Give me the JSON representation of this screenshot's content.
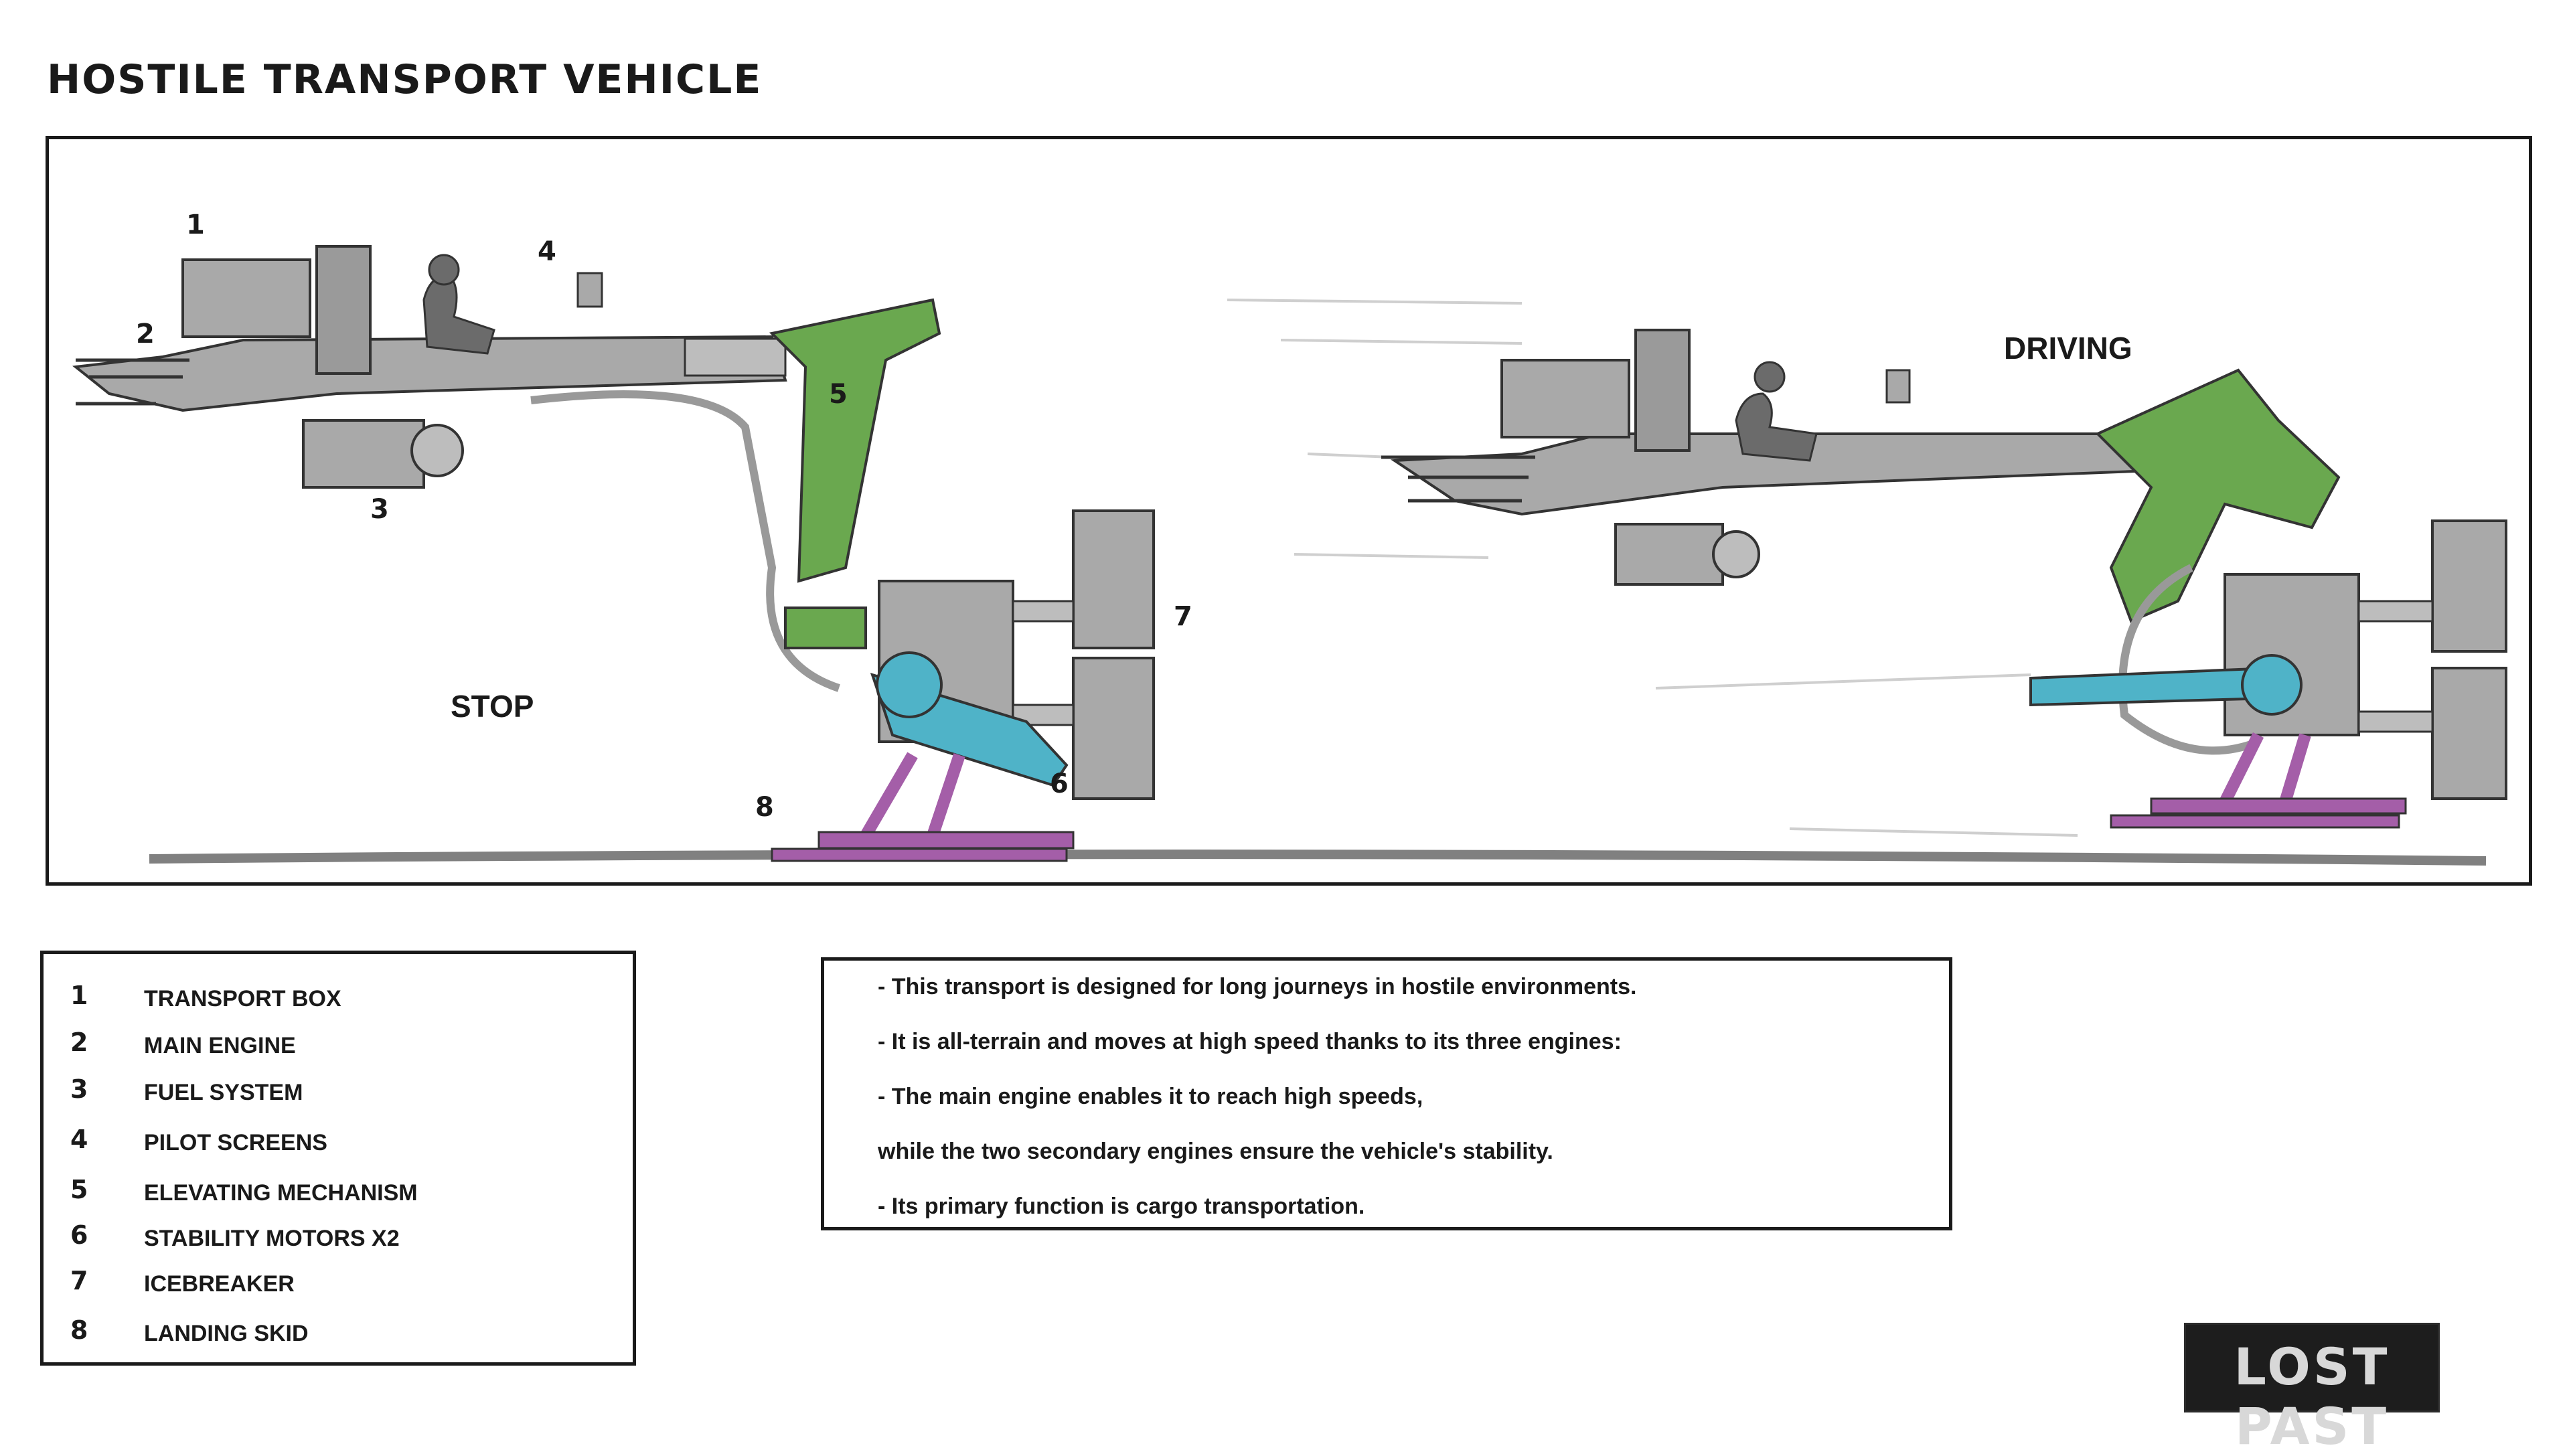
{
  "title": "HOSTILE TRANSPORT VEHICLE",
  "diagram": {
    "state_stop": "STOP",
    "state_driving": "DRIVING",
    "callouts": [
      "1",
      "2",
      "3",
      "4",
      "5",
      "6",
      "7",
      "8"
    ],
    "colors": {
      "body": "#a9a9a9",
      "elevating_mechanism": "#6aa84f",
      "stability_motors": "#4fb3c8",
      "landing_skid": "#a45ea8",
      "pilot": "#6b6b6b"
    }
  },
  "legend": [
    {
      "num": "1",
      "label": "TRANSPORT BOX"
    },
    {
      "num": "2",
      "label": "MAIN ENGINE"
    },
    {
      "num": "3",
      "label": "FUEL SYSTEM"
    },
    {
      "num": "4",
      "label": "PILOT SCREENS"
    },
    {
      "num": "5",
      "label": "ELEVATING MECHANISM"
    },
    {
      "num": "6",
      "label": "STABILITY MOTORS X2"
    },
    {
      "num": "7",
      "label": "ICEBREAKER"
    },
    {
      "num": "8",
      "label": "LANDING SKID"
    }
  ],
  "notes": [
    "- This transport is designed for long journeys in hostile environments.",
    "- It is all-terrain and moves at high speed thanks to its three engines:",
    "- The main engine enables it to reach high speeds,",
    "while the two secondary engines ensure the vehicle's stability.",
    "- Its primary function is cargo transportation."
  ],
  "logo": {
    "text": "LOST PAST",
    "accent": "#b83a3a"
  }
}
